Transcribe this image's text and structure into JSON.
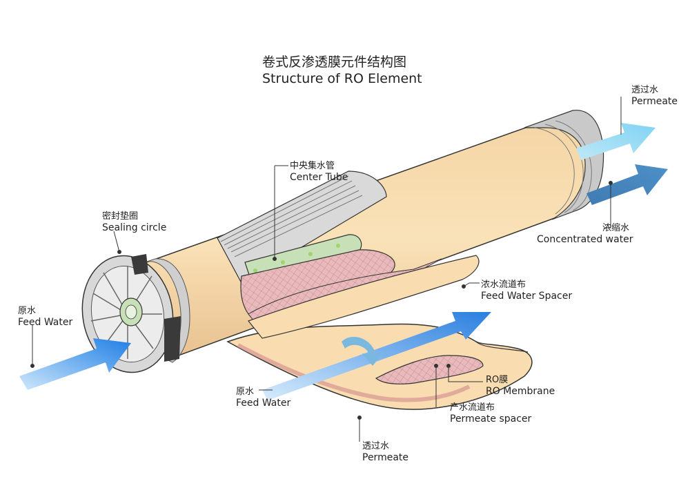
{
  "title": {
    "zh": "卷式反渗透膜元件结构图",
    "en": "Structure of RO Element"
  },
  "labels": {
    "center_tube": {
      "zh": "中央集水管",
      "en": "Center Tube"
    },
    "sealing_circle": {
      "zh": "密封垫圈",
      "en": "Sealing circle"
    },
    "feed_water_left": {
      "zh": "原水",
      "en": "Feed Water"
    },
    "feed_water_mid": {
      "zh": "原水",
      "en": "Feed Water"
    },
    "permeate_top": {
      "zh": "透过水",
      "en": "Permeate"
    },
    "concentrated_water": {
      "zh": "浓缩水",
      "en": "Concentrated water"
    },
    "feed_water_spacer": {
      "zh": "浓水流道布",
      "en": "Feed Water Spacer"
    },
    "ro_membrane": {
      "zh": "RO膜",
      "en": "RO Membrane"
    },
    "permeate_spacer": {
      "zh": "产水流道布",
      "en": "Permeate spacer"
    },
    "permeate_bottom": {
      "zh": "透过水",
      "en": "Permeate"
    }
  },
  "colors": {
    "housing": "#f8dcab",
    "housing_shadow": "#e9c08a",
    "membrane_pink": "#e7b6b8",
    "feed_arrow": "#2c86e8",
    "permeate_arrow": "#8fd6f2",
    "concentrate_arrow": "#3d7fb8",
    "center_tube": "#c8e0b8"
  }
}
